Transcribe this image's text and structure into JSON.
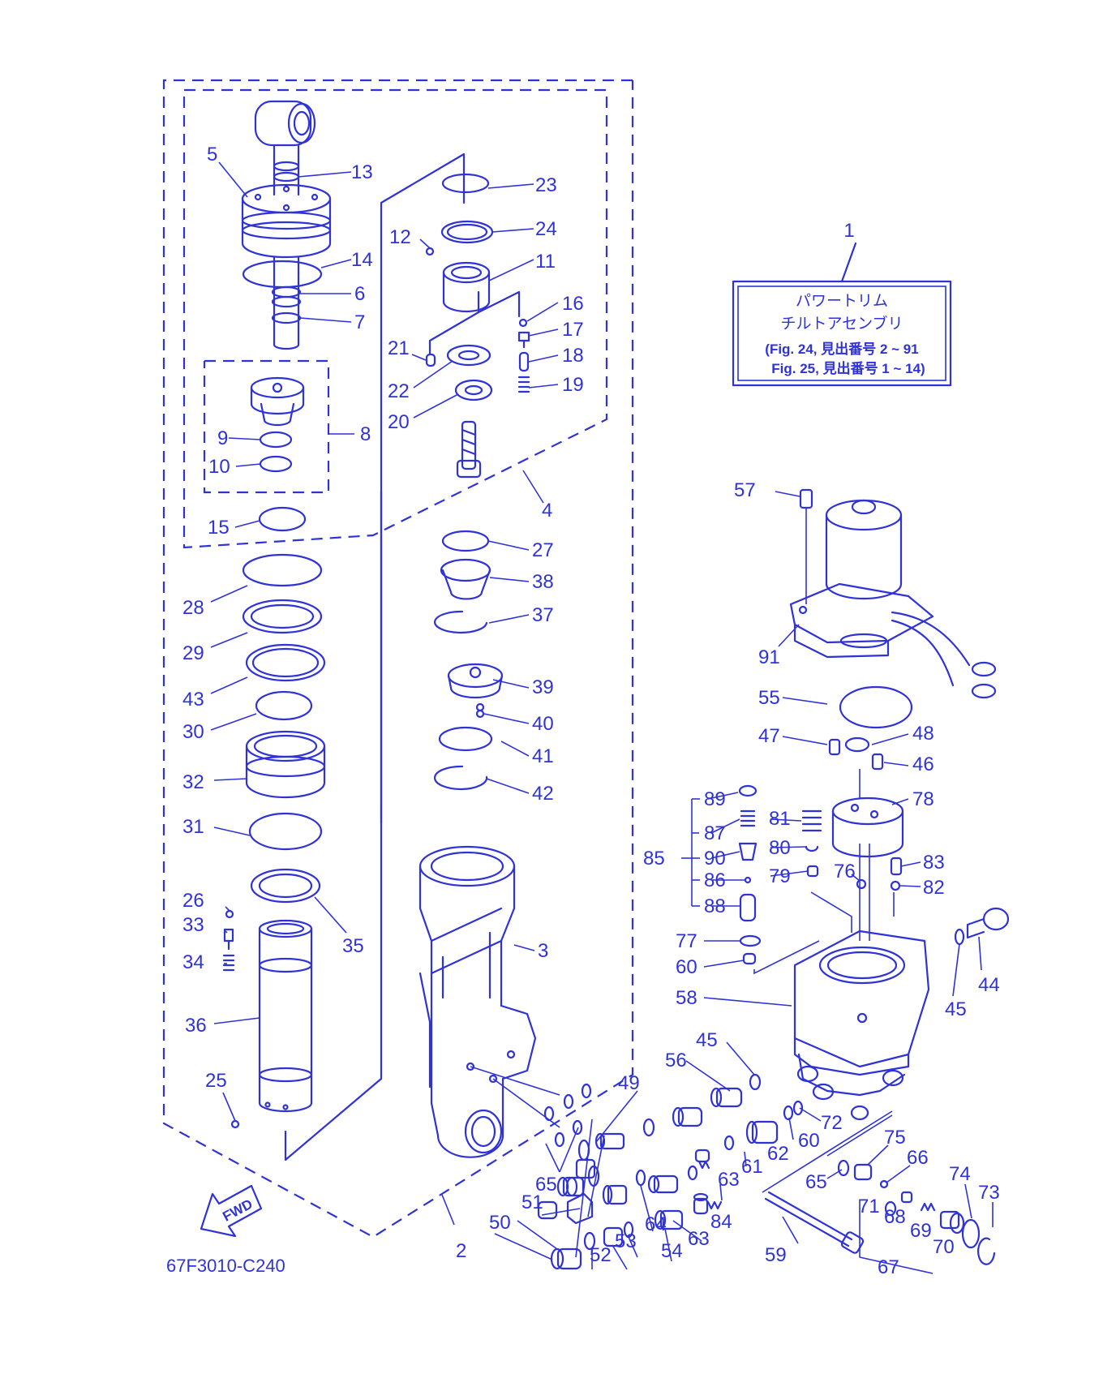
{
  "drawing_code": "67F3010-C240",
  "fwd_label": "FWD",
  "assembly_box": {
    "callout": "1",
    "title_line1": "パワートリム",
    "title_line2": "チルトアセンブリ",
    "ref_line1": "(Fig. 24, 見出番号 2 ~ 91",
    "ref_line2": "Fig. 25, 見出番号 1 ~ 14)"
  },
  "callouts": [
    {
      "id": "c5",
      "text": "5"
    },
    {
      "id": "c13",
      "text": "13"
    },
    {
      "id": "c14",
      "text": "14"
    },
    {
      "id": "c6",
      "text": "6"
    },
    {
      "id": "c7",
      "text": "7"
    },
    {
      "id": "c9",
      "text": "9"
    },
    {
      "id": "c10",
      "text": "10"
    },
    {
      "id": "c8",
      "text": "8"
    },
    {
      "id": "c15",
      "text": "15"
    },
    {
      "id": "c23",
      "text": "23"
    },
    {
      "id": "c24",
      "text": "24"
    },
    {
      "id": "c12",
      "text": "12"
    },
    {
      "id": "c11",
      "text": "11"
    },
    {
      "id": "c16",
      "text": "16"
    },
    {
      "id": "c17",
      "text": "17"
    },
    {
      "id": "c18",
      "text": "18"
    },
    {
      "id": "c19",
      "text": "19"
    },
    {
      "id": "c21",
      "text": "21"
    },
    {
      "id": "c22",
      "text": "22"
    },
    {
      "id": "c20",
      "text": "20"
    },
    {
      "id": "c4",
      "text": "4"
    },
    {
      "id": "c27",
      "text": "27"
    },
    {
      "id": "c38",
      "text": "38"
    },
    {
      "id": "c37",
      "text": "37"
    },
    {
      "id": "c39",
      "text": "39"
    },
    {
      "id": "c40",
      "text": "40"
    },
    {
      "id": "c41",
      "text": "41"
    },
    {
      "id": "c42",
      "text": "42"
    },
    {
      "id": "c28",
      "text": "28"
    },
    {
      "id": "c29",
      "text": "29"
    },
    {
      "id": "c43",
      "text": "43"
    },
    {
      "id": "c30",
      "text": "30"
    },
    {
      "id": "c32",
      "text": "32"
    },
    {
      "id": "c31",
      "text": "31"
    },
    {
      "id": "c26",
      "text": "26"
    },
    {
      "id": "c33",
      "text": "33"
    },
    {
      "id": "c34",
      "text": "34"
    },
    {
      "id": "c35",
      "text": "35"
    },
    {
      "id": "c36",
      "text": "36"
    },
    {
      "id": "c25",
      "text": "25"
    },
    {
      "id": "c3",
      "text": "3"
    },
    {
      "id": "c2",
      "text": "2"
    },
    {
      "id": "c65a",
      "text": "65"
    },
    {
      "id": "c57",
      "text": "57"
    },
    {
      "id": "c91",
      "text": "91"
    },
    {
      "id": "c55",
      "text": "55"
    },
    {
      "id": "c47",
      "text": "47"
    },
    {
      "id": "c48",
      "text": "48"
    },
    {
      "id": "c46",
      "text": "46"
    },
    {
      "id": "c78",
      "text": "78"
    },
    {
      "id": "c89",
      "text": "89"
    },
    {
      "id": "c87",
      "text": "87"
    },
    {
      "id": "c85",
      "text": "85"
    },
    {
      "id": "c90",
      "text": "90"
    },
    {
      "id": "c86",
      "text": "86"
    },
    {
      "id": "c88",
      "text": "88"
    },
    {
      "id": "c81",
      "text": "81"
    },
    {
      "id": "c80",
      "text": "80"
    },
    {
      "id": "c79",
      "text": "79"
    },
    {
      "id": "c76",
      "text": "76"
    },
    {
      "id": "c83",
      "text": "83"
    },
    {
      "id": "c82",
      "text": "82"
    },
    {
      "id": "c77",
      "text": "77"
    },
    {
      "id": "c60a",
      "text": "60"
    },
    {
      "id": "c44",
      "text": "44"
    },
    {
      "id": "c45a",
      "text": "45"
    },
    {
      "id": "c58",
      "text": "58"
    },
    {
      "id": "c45b",
      "text": "45"
    },
    {
      "id": "c56",
      "text": "56"
    },
    {
      "id": "c49",
      "text": "49"
    },
    {
      "id": "c72",
      "text": "72"
    },
    {
      "id": "c60b",
      "text": "60"
    },
    {
      "id": "c62",
      "text": "62"
    },
    {
      "id": "c61",
      "text": "61"
    },
    {
      "id": "c63a",
      "text": "63"
    },
    {
      "id": "c75",
      "text": "75"
    },
    {
      "id": "c66",
      "text": "66"
    },
    {
      "id": "c65b",
      "text": "65"
    },
    {
      "id": "c74",
      "text": "74"
    },
    {
      "id": "c73",
      "text": "73"
    },
    {
      "id": "c71",
      "text": "71"
    },
    {
      "id": "c68",
      "text": "68"
    },
    {
      "id": "c69",
      "text": "69"
    },
    {
      "id": "c70",
      "text": "70"
    },
    {
      "id": "c67",
      "text": "67"
    },
    {
      "id": "c59",
      "text": "59"
    },
    {
      "id": "c84",
      "text": "84"
    },
    {
      "id": "c63b",
      "text": "63"
    },
    {
      "id": "c54",
      "text": "54"
    },
    {
      "id": "c64",
      "text": "64"
    },
    {
      "id": "c53",
      "text": "53"
    },
    {
      "id": "c52",
      "text": "52"
    },
    {
      "id": "c51",
      "text": "51"
    },
    {
      "id": "c50",
      "text": "50"
    }
  ]
}
